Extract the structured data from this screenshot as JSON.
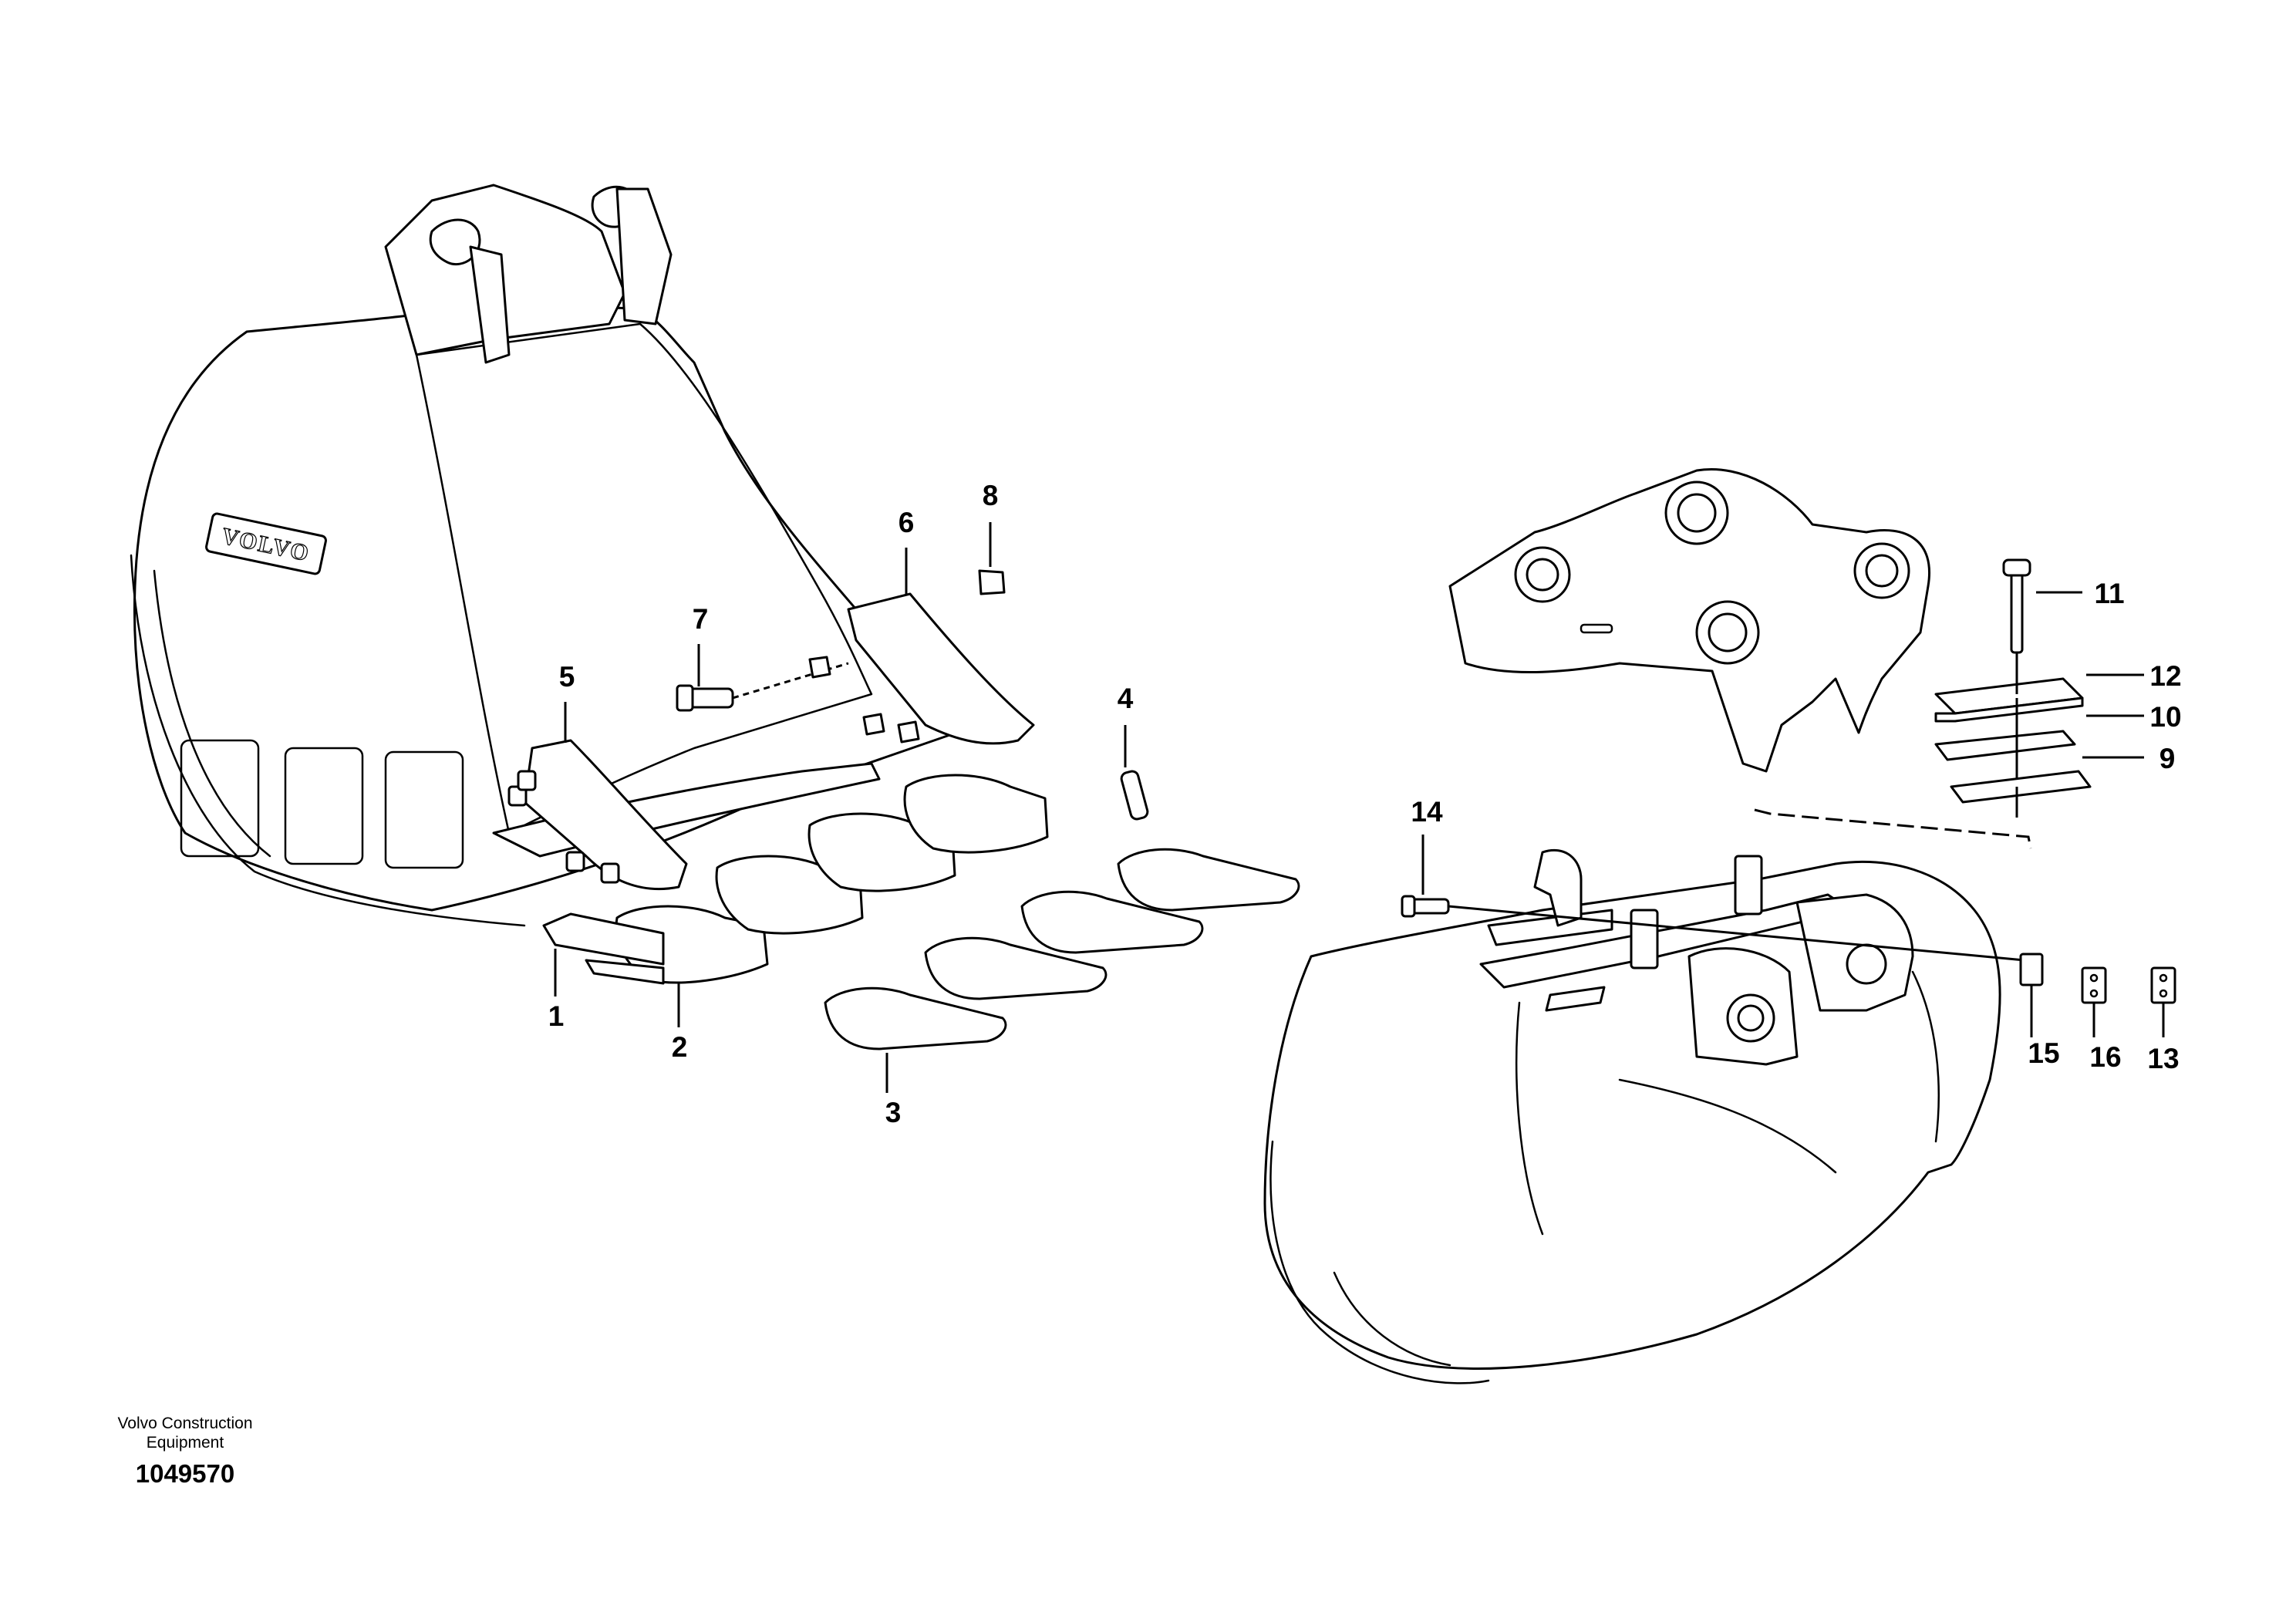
{
  "diagram": {
    "brand_mark": "VOLVO",
    "callouts": {
      "c1": "1",
      "c2": "2",
      "c3": "3",
      "c4": "4",
      "c5": "5",
      "c6": "6",
      "c7": "7",
      "c8": "8",
      "c9": "9",
      "c10": "10",
      "c11": "11",
      "c12": "12",
      "c13": "13",
      "c14": "14",
      "c15": "15",
      "c16": "16"
    }
  },
  "footer": {
    "company_line1": "Volvo Construction",
    "company_line2": "Equipment",
    "drawing_number": "1049570"
  }
}
